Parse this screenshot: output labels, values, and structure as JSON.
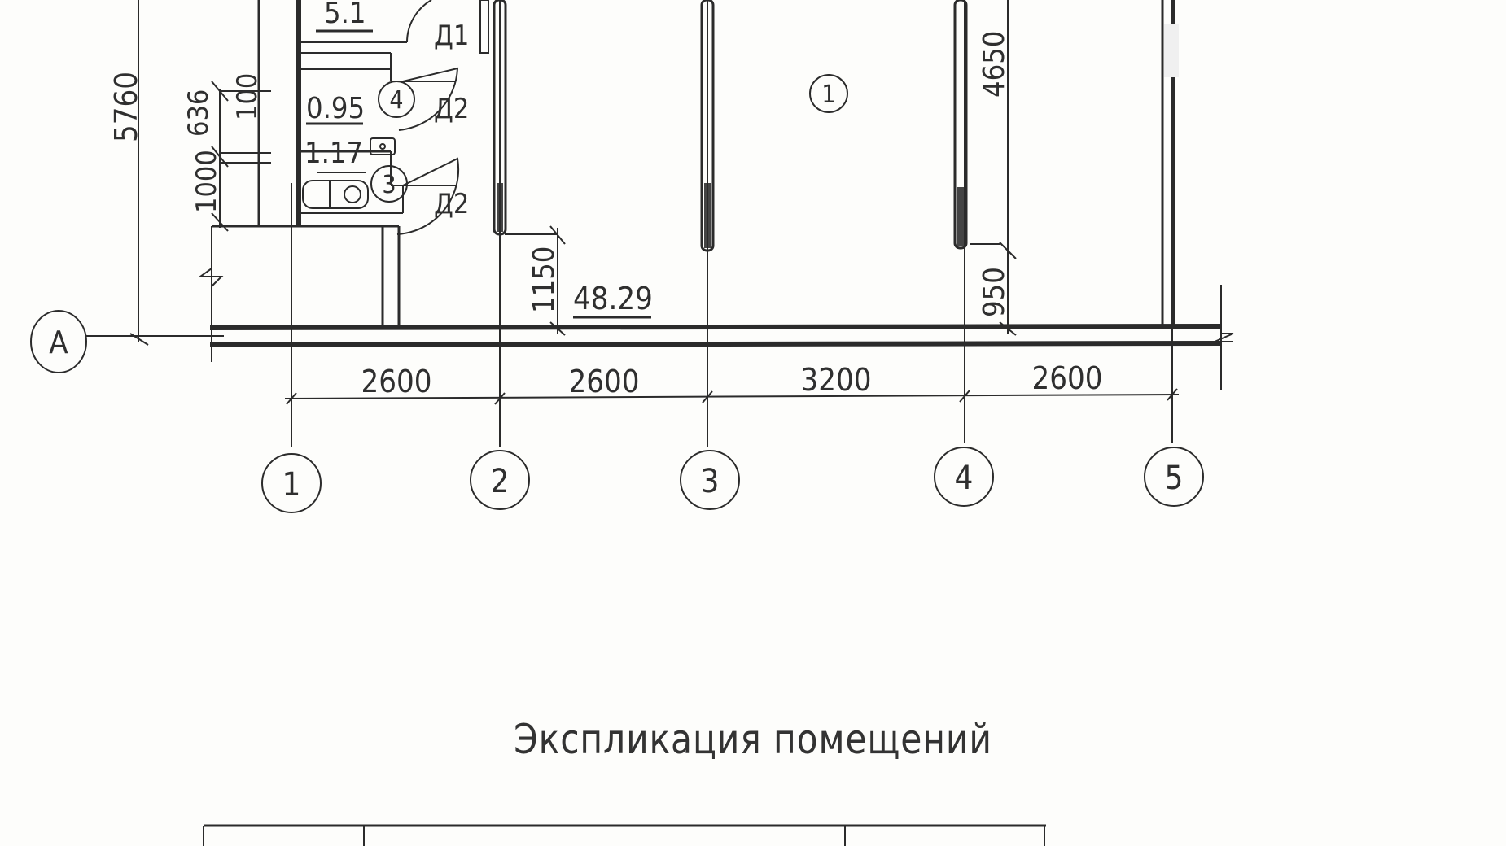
{
  "drawing": {
    "type": "architectural floor plan fragment",
    "axes_letters": [
      "A"
    ],
    "axes_numbers": [
      "1",
      "2",
      "3",
      "4",
      "5"
    ],
    "horizontal_dimensions": [
      "2600",
      "2600",
      "3200",
      "2600"
    ],
    "vertical_dimensions": {
      "overall": "5760",
      "left_636": "636",
      "left_100": "100",
      "left_1000": "1000",
      "dim_1150": "1150",
      "dim_4650": "4650",
      "dim_950": "950"
    },
    "rooms": [
      {
        "number": "1",
        "area": "48.29"
      },
      {
        "number": "3",
        "area": "1.17"
      },
      {
        "number": "4",
        "area": "0.95"
      },
      {
        "number": "",
        "area": "5.1"
      }
    ],
    "doors": [
      "Д1",
      "Д2",
      "Д2"
    ]
  },
  "explication": {
    "title": "Экспликация помещений"
  }
}
